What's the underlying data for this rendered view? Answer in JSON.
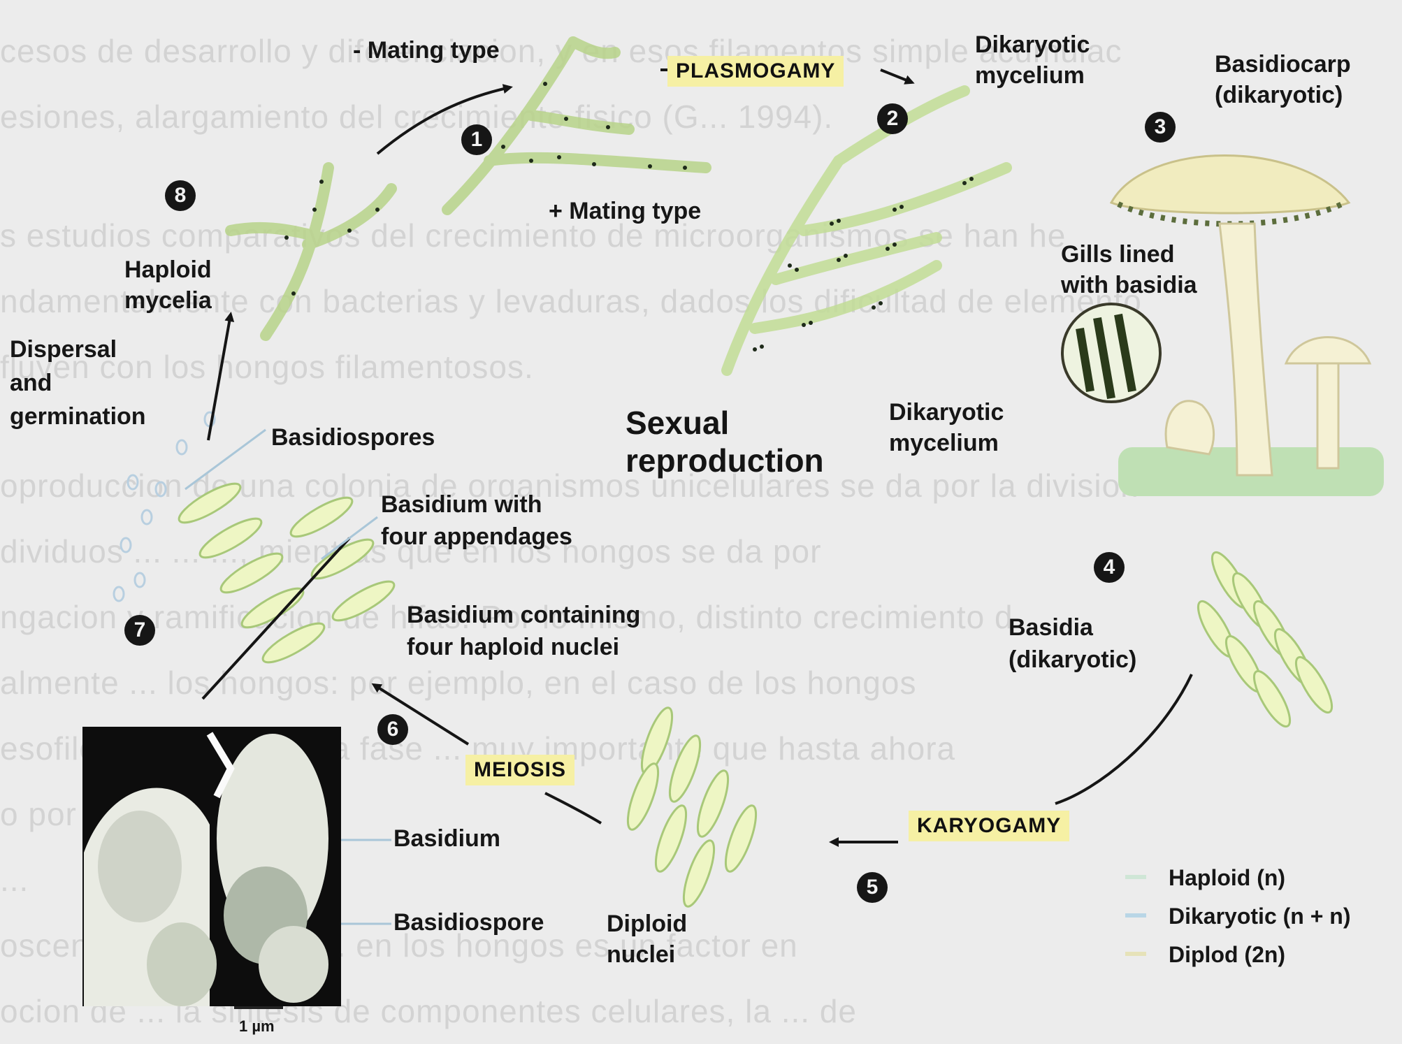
{
  "background_text": [
    "cesos de desarrollo y diferenciacion, y en esos filamentos simple acumulac",
    "esiones, alargamiento del crecimiento fisico (G... 1994).",
    "s estudios comparativos del crecimiento de microorganismos se han he",
    "ndamentalmente con bacterias y levaduras, dados los dificultad de elemento",
    "fluyen con los hongos filamentosos.",
    "oproduccion de una colonia de organismos unicelulares se da por la division",
    "dividuos ... ... ..., mientras que en los hongos se da por",
    "ngacion y ramificacion de hifas. Por lo mismo, distinto crecimiento d",
    "almente ... los hongos: por ejemplo, en el caso de los hongos",
    "esofilos representa una fase ... muy importante que hasta ahora",
    "o por ...",
    "...",
    "oscenciamiento ... el ... en los hongos es un factor en",
    "ocion de ... la sintesis de componentes celulares, la ... de"
  ],
  "diagram": {
    "center_title": {
      "line1": "Sexual",
      "line2": "reproduction"
    },
    "process_labels": {
      "plasmogamy": "PLASMOGAMY",
      "karyogamy": "KARYOGAMY",
      "meiosis": "MEIOSIS"
    },
    "step_numbers": [
      "1",
      "2",
      "3",
      "4",
      "5",
      "6",
      "7",
      "8"
    ],
    "labels": {
      "minus_mating": "- Mating type",
      "plus_mating": "+ Mating type",
      "dikaryotic_mycelium_top": {
        "l1": "Dikaryotic",
        "l2": "mycelium"
      },
      "basidiocarp": {
        "l1": "Basidiocarp",
        "l2": "(dikaryotic)"
      },
      "gills": {
        "l1": "Gills lined",
        "l2": "with basidia"
      },
      "dikaryotic_mycelium_mid": {
        "l1": "Dikaryotic",
        "l2": "mycelium"
      },
      "haploid_mycelia": {
        "l1": "Haploid",
        "l2": "mycelia"
      },
      "dispersal": {
        "l1": "Dispersal",
        "l2": "and",
        "l3": "germination"
      },
      "basidiospores": "Basidiospores",
      "basidium_four": {
        "l1": "Basidium with",
        "l2": "four appendages"
      },
      "basidium_nuclei": {
        "l1": "Basidium containing",
        "l2": "four haploid nuclei"
      },
      "basidia_dikaryotic": {
        "l1": "Basidia",
        "l2": "(dikaryotic)"
      },
      "basidium": "Basidium",
      "basidiospore": "Basidiospore",
      "diploid_nuclei": {
        "l1": "Diploid",
        "l2": "nuclei"
      },
      "scale": "1 µm"
    },
    "legend": [
      {
        "label": "Haploid (n)",
        "color": "#cfe6d6"
      },
      {
        "label": "Dikaryotic (n + n)",
        "color": "#b9d6e6"
      },
      {
        "label": "Diplod (2n)",
        "color": "#e6e2b9"
      }
    ],
    "colors": {
      "highlight": "#f6f0a4",
      "cells": "#e8f2b0",
      "cell_stroke": "#a5c872"
    }
  }
}
